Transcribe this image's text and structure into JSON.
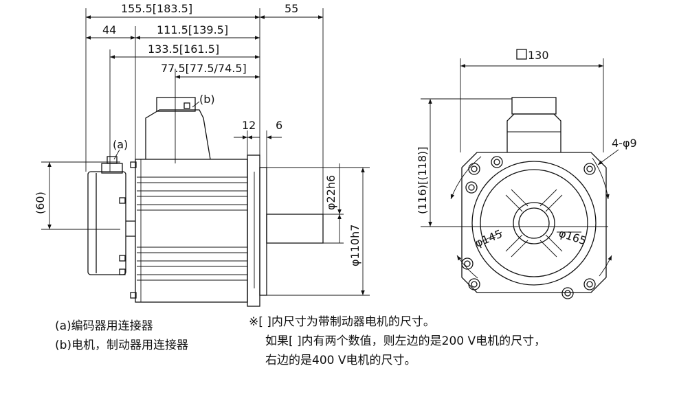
{
  "side_view": {
    "dims": {
      "overall": "155.5[183.5]",
      "shaft": "55",
      "enc_offset": "44",
      "body": "111.5[139.5]",
      "connector_a": "133.5[161.5]",
      "connector_b": "77.5[77.5/74.5]",
      "flange_thk": "12",
      "spigot": "6",
      "height_60": "(60)",
      "shaft_dia": "φ22h6",
      "pilot_dia": "φ110h7"
    },
    "callouts": {
      "a": "(a)",
      "b": "(b)"
    }
  },
  "front_view": {
    "dims": {
      "square": "130",
      "height": "(116)[(118)]",
      "holes": "4-φ9",
      "dia_145": "φ145",
      "dia_165": "φ165"
    }
  },
  "notes": {
    "a": "(a)编码器用连接器",
    "b": "(b)电机，制动器用连接器",
    "remark_1": "※[ ]内尺寸为带制动器电机的尺寸。",
    "remark_2": "如果[ ]内有两个数值，则左边的是200 V电机的尺寸，",
    "remark_3": "右边的是400 V电机的尺寸。"
  }
}
